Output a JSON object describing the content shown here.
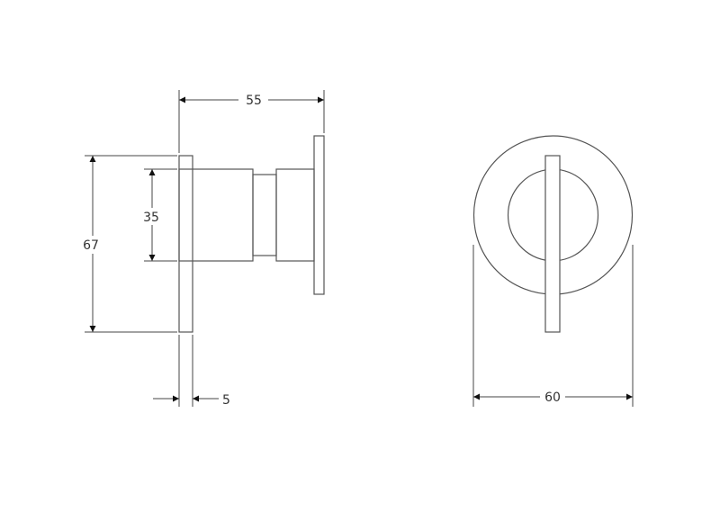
{
  "drawing": {
    "side_view": {
      "dimensions": {
        "depth": "55",
        "plate_height": "67",
        "body_height": "35",
        "plate_thickness": "5"
      }
    },
    "front_view": {
      "dimensions": {
        "diameter": "60"
      }
    },
    "line_color": "#555555",
    "background": "#ffffff"
  }
}
